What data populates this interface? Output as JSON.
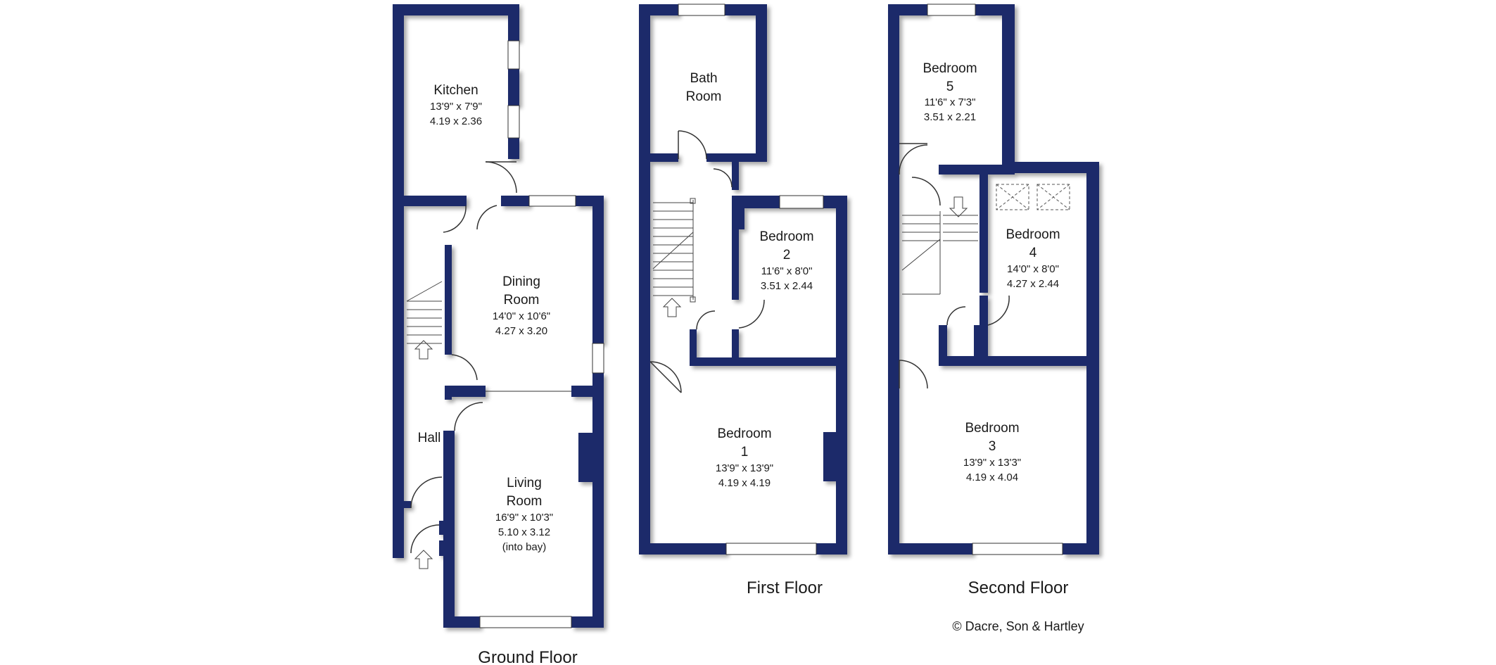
{
  "colors": {
    "wall": "#1b2a6b",
    "line": "#333333",
    "background": "#ffffff"
  },
  "rooms": {
    "kitchen": {
      "name": "Kitchen",
      "imperial": "13'9\"  x  7'9\"",
      "metric": "4.19  x  2.36"
    },
    "dining": {
      "name1": "Dining",
      "name2": "Room",
      "imperial": "14'0\"  x  10'6\"",
      "metric": "4.27  x  3.20"
    },
    "hall": {
      "name": "Hall"
    },
    "living": {
      "name1": "Living",
      "name2": "Room",
      "imperial": "16'9\"  x  10'3\"",
      "metric": "5.10  x  3.12",
      "note": "(into bay)"
    },
    "bathroom": {
      "name1": "Bath",
      "name2": "Room"
    },
    "bedroom2": {
      "name1": "Bedroom",
      "name2": "2",
      "imperial": "11'6\"  x  8'0\"",
      "metric": "3.51  x  2.44"
    },
    "bedroom1": {
      "name1": "Bedroom",
      "name2": "1",
      "imperial": "13'9\"  x  13'9\"",
      "metric": "4.19  x  4.19"
    },
    "bedroom5": {
      "name1": "Bedroom",
      "name2": "5",
      "imperial": "11'6\"  x  7'3\"",
      "metric": "3.51  x  2.21"
    },
    "bedroom4": {
      "name1": "Bedroom",
      "name2": "4",
      "imperial": "14'0\"  x  8'0\"",
      "metric": "4.27  x  2.44"
    },
    "bedroom3": {
      "name1": "Bedroom",
      "name2": "3",
      "imperial": "13'9\"  x  13'3\"",
      "metric": "4.19  x  4.04"
    }
  },
  "floors": {
    "ground": "Ground Floor",
    "first": "First Floor",
    "second": "Second Floor"
  },
  "copyright": "© Dacre, Son & Hartley"
}
